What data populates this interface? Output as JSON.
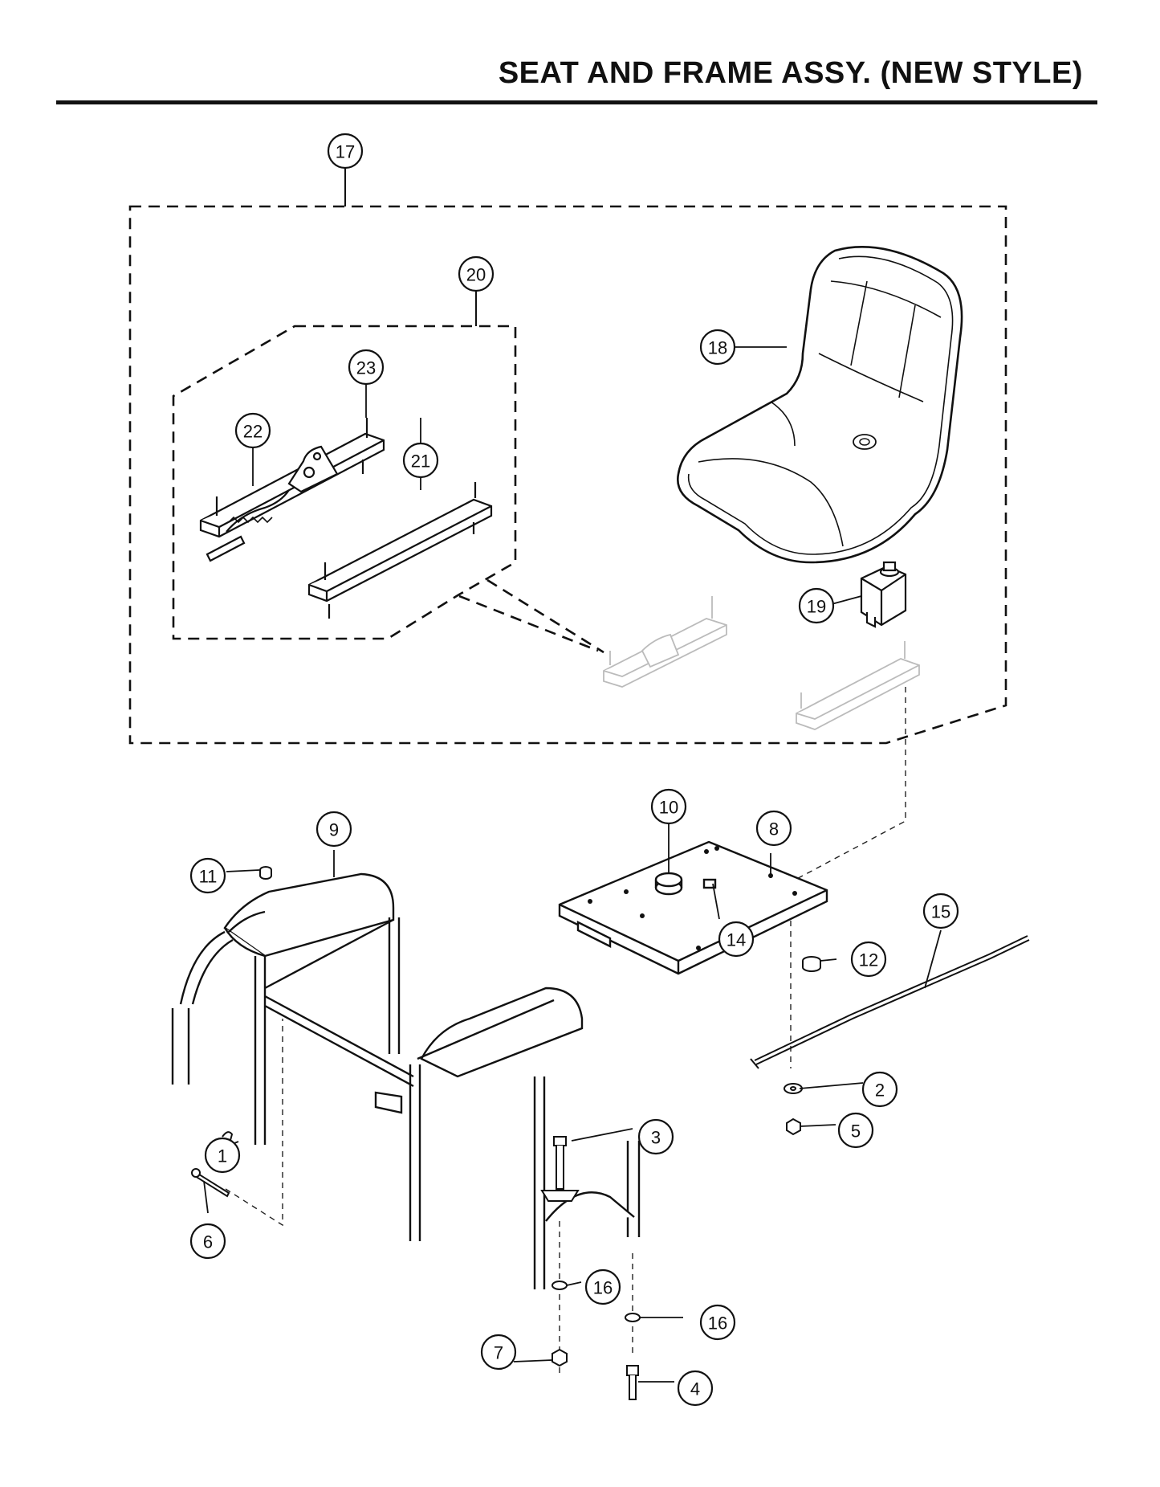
{
  "page": {
    "title": "SEAT AND FRAME ASSY. (NEW STYLE)"
  },
  "callouts": {
    "c1": "1",
    "c2": "2",
    "c3": "3",
    "c4": "4",
    "c5": "5",
    "c6": "6",
    "c7": "7",
    "c8": "8",
    "c9": "9",
    "c10": "10",
    "c11": "11",
    "c12": "12",
    "c14": "14",
    "c15": "15",
    "c16a": "16",
    "c16b": "16",
    "c17": "17",
    "c18": "18",
    "c19": "19",
    "c20": "20",
    "c21": "21",
    "c22": "22",
    "c23": "23"
  }
}
